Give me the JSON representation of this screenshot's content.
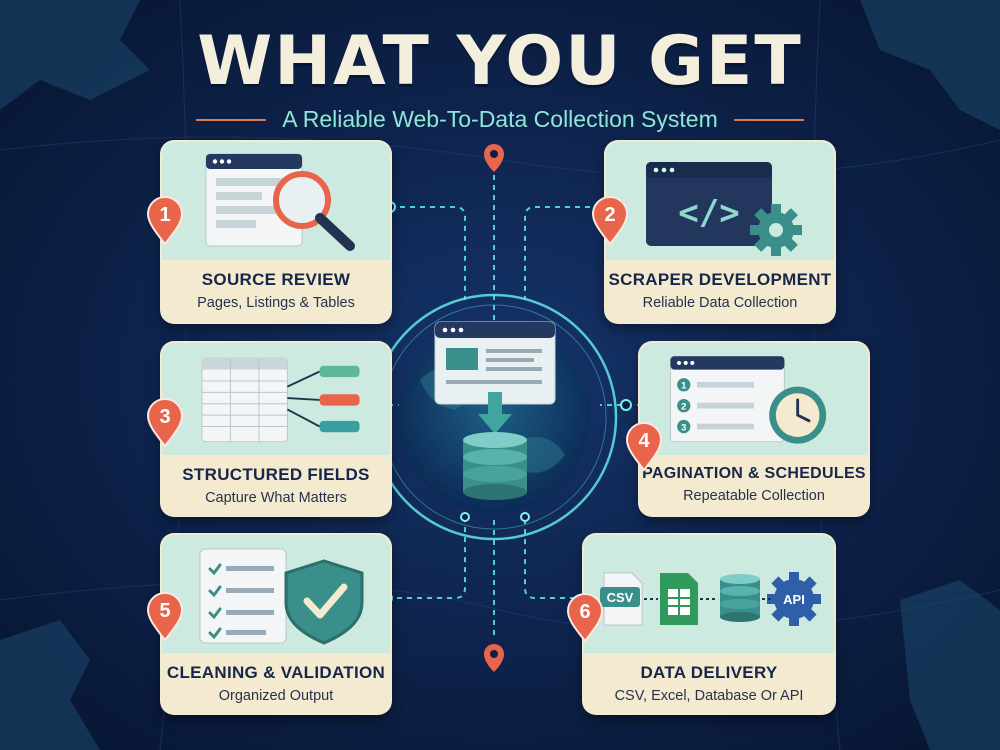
{
  "header": {
    "title": "WHAT YOU GET",
    "subtitle": "A Reliable Web-To-Data Collection System"
  },
  "cards": [
    {
      "number": "1",
      "title": "SOURCE REVIEW",
      "subtitle": "Pages, Listings & Tables",
      "icon": "magnifier-browser-icon"
    },
    {
      "number": "2",
      "title": "SCRAPER DEVELOPMENT",
      "subtitle": "Reliable Data Collection",
      "icon": "code-window-gear-icon"
    },
    {
      "number": "3",
      "title": "STRUCTURED FIELDS",
      "subtitle": "Capture What Matters",
      "icon": "table-fields-icon"
    },
    {
      "number": "4",
      "title": "PAGINATION & SCHEDULES",
      "subtitle": "Repeatable Collection",
      "icon": "list-clock-icon"
    },
    {
      "number": "5",
      "title": "CLEANING & VALIDATION",
      "subtitle": "Organized Output",
      "icon": "checklist-shield-icon"
    },
    {
      "number": "6",
      "title": "DATA DELIVERY",
      "subtitle": "CSV, Excel, Database Or API",
      "icon": "delivery-formats-icon"
    }
  ],
  "delivery_formats": [
    "CSV",
    "API"
  ],
  "colors": {
    "background": "#0c1f45",
    "card": "#cdeae0",
    "card_text_band": "#f4ead0",
    "accent_coral": "#e8644a",
    "accent_teal": "#3a8f8a",
    "glow_cyan": "#5fe8e6"
  }
}
